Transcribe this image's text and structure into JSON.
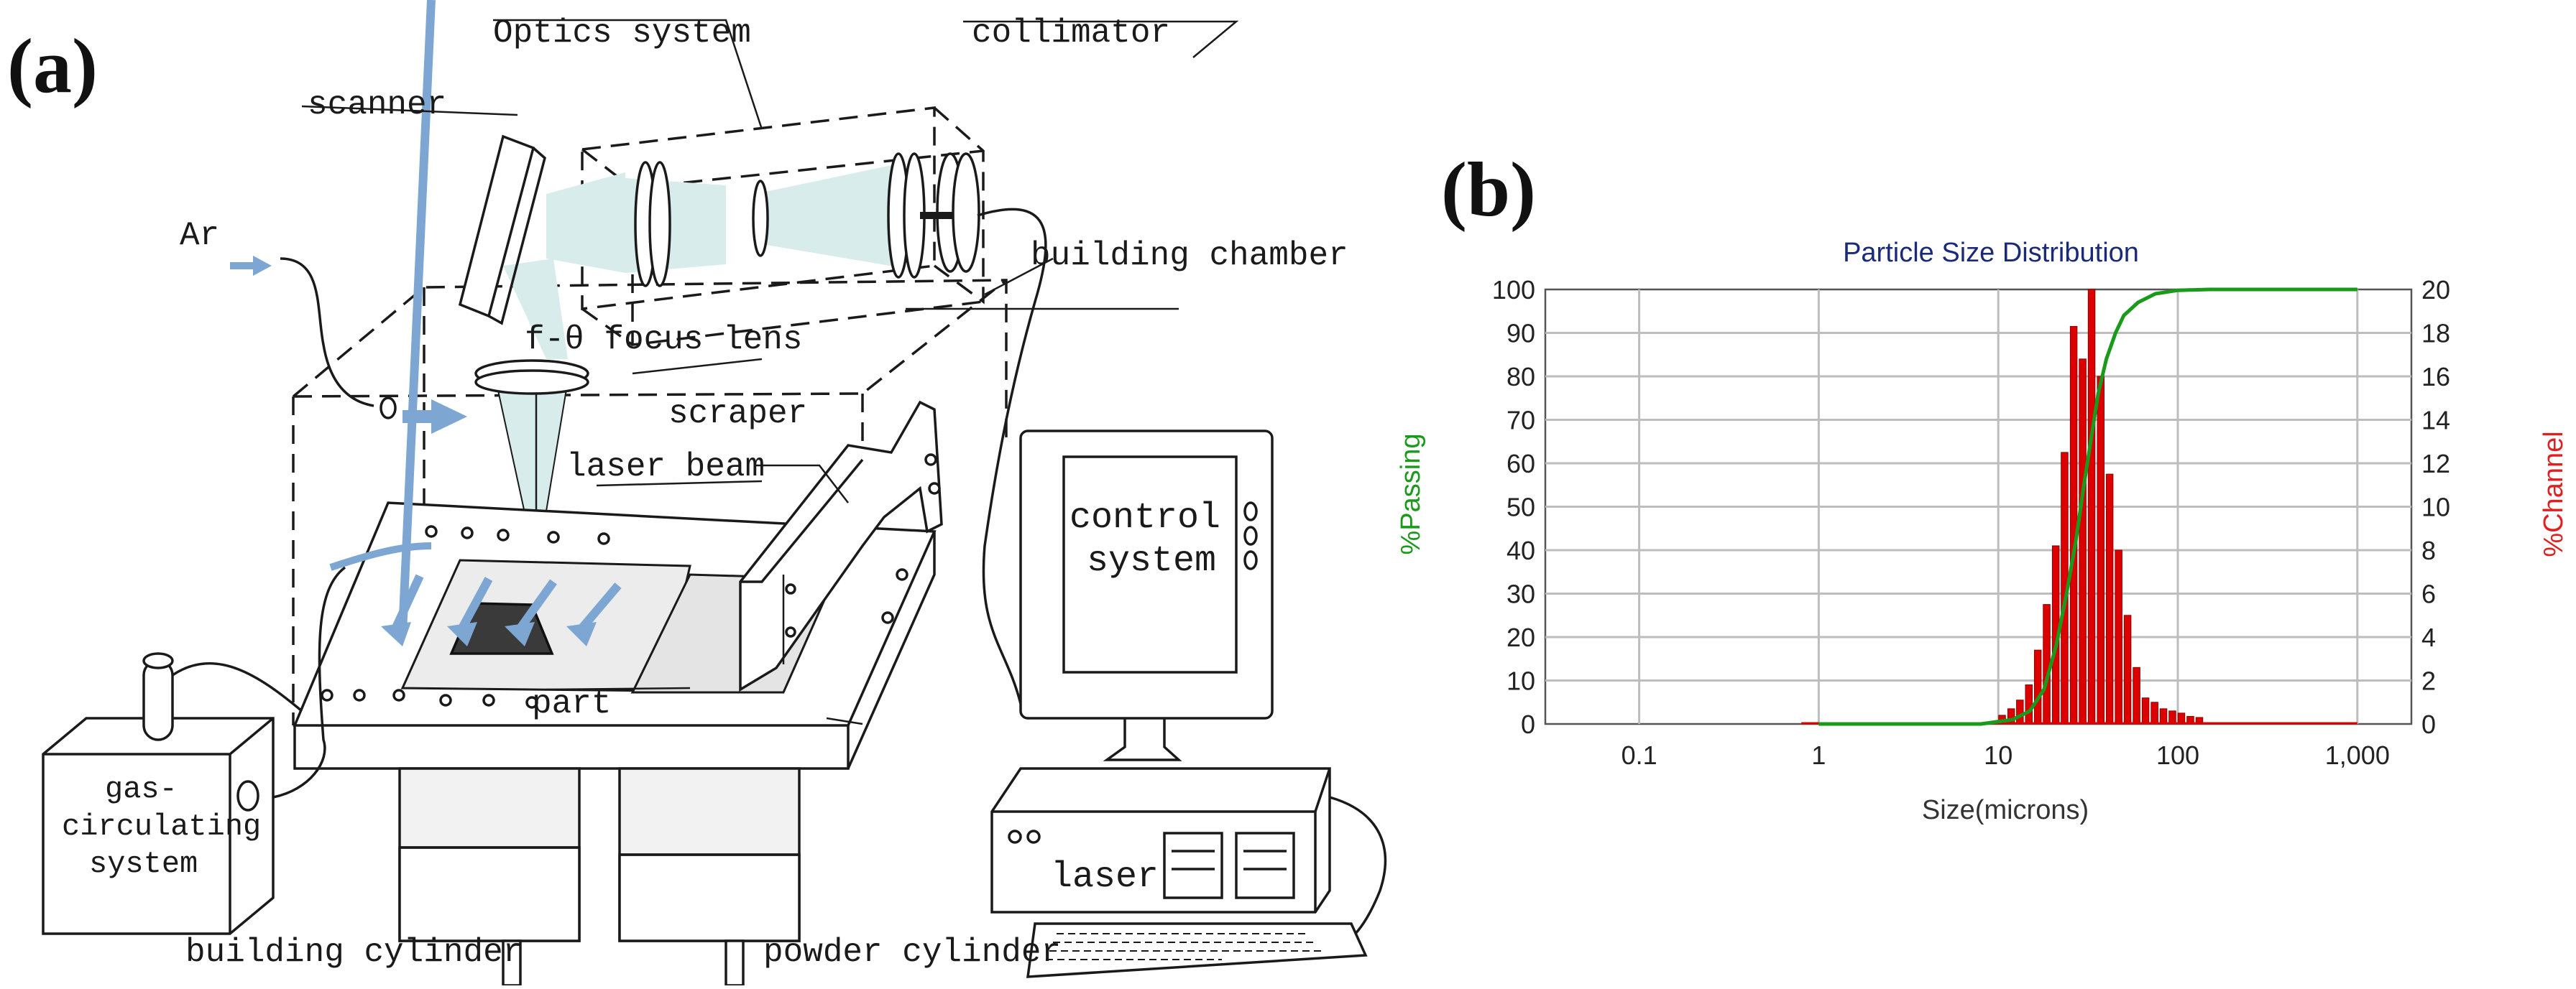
{
  "panel_a": {
    "tag": "(a)",
    "labels": {
      "optics_system": "Optics system",
      "collimator": "collimator",
      "scanner": "scanner",
      "ar": "Ar",
      "building_chamber": "building chamber",
      "focus_lens": "f-θ focus lens",
      "scraper": "scraper",
      "laser_beam": "laser beam",
      "control_line1": "control",
      "control_line2": "system",
      "part": "part",
      "gas_line1": "gas-",
      "gas_line2": "circulating",
      "gas_line3": "system",
      "laser": "laser",
      "building_cylinder": "building cylinder",
      "powder_cylinder": "powder cylinder"
    },
    "colors": {
      "line": "#1a1a1a",
      "beam": "#d9ecec",
      "arrow": "#7ea6d2",
      "part": "#3a3a3a"
    }
  },
  "panel_b": {
    "tag": "(b)",
    "chart_data": {
      "type": "bar",
      "title": "Particle Size Distribution",
      "xlabel": "Size(microns)",
      "ylabel_left": "%Passing",
      "ylabel_right": "%Channel",
      "x_scale": "log",
      "xlim": [
        0.03,
        2000
      ],
      "x_ticks": [
        0.1,
        1,
        10,
        100,
        1000
      ],
      "x_tick_labels": [
        "0.1",
        "1",
        "10",
        "100",
        "1,000"
      ],
      "ylim_left": [
        0,
        100
      ],
      "ylim_right": [
        0,
        20
      ],
      "y_ticks_left": [
        "0",
        "10",
        "20",
        "30",
        "40",
        "50",
        "60",
        "70",
        "80",
        "90",
        "100"
      ],
      "y_ticks_right": [
        "0",
        "2",
        "4",
        "6",
        "8",
        "10",
        "12",
        "14",
        "16",
        "18",
        "20"
      ],
      "grid": true,
      "series": [
        {
          "name": "%Channel",
          "axis": "right",
          "color": "#dd0000",
          "bins": [
            {
              "x": 10.5,
              "y": 0.4
            },
            {
              "x": 11.8,
              "y": 0.7
            },
            {
              "x": 13.2,
              "y": 1.1
            },
            {
              "x": 14.8,
              "y": 1.8
            },
            {
              "x": 16.6,
              "y": 3.4
            },
            {
              "x": 18.6,
              "y": 5.5
            },
            {
              "x": 20.9,
              "y": 8.2
            },
            {
              "x": 23.4,
              "y": 12.5
            },
            {
              "x": 26.3,
              "y": 18.3
            },
            {
              "x": 29.5,
              "y": 16.8
            },
            {
              "x": 33.1,
              "y": 20.0
            },
            {
              "x": 37.2,
              "y": 16.0
            },
            {
              "x": 41.7,
              "y": 11.5
            },
            {
              "x": 46.8,
              "y": 8.0
            },
            {
              "x": 52.5,
              "y": 5.0
            },
            {
              "x": 58.9,
              "y": 2.6
            },
            {
              "x": 66.1,
              "y": 1.2
            },
            {
              "x": 74.2,
              "y": 1.0
            },
            {
              "x": 83.2,
              "y": 0.7
            },
            {
              "x": 93.3,
              "y": 0.6
            },
            {
              "x": 104.7,
              "y": 0.5
            },
            {
              "x": 117.5,
              "y": 0.35
            },
            {
              "x": 131.8,
              "y": 0.3
            }
          ]
        },
        {
          "name": "%Passing",
          "axis": "left",
          "color": "#1a9a1a",
          "points": [
            {
              "x": 1,
              "y": 0
            },
            {
              "x": 8,
              "y": 0
            },
            {
              "x": 12,
              "y": 1
            },
            {
              "x": 15,
              "y": 3
            },
            {
              "x": 18,
              "y": 8
            },
            {
              "x": 21,
              "y": 18
            },
            {
              "x": 24,
              "y": 30
            },
            {
              "x": 27,
              "y": 42
            },
            {
              "x": 30,
              "y": 55
            },
            {
              "x": 33,
              "y": 66
            },
            {
              "x": 36,
              "y": 76
            },
            {
              "x": 40,
              "y": 84
            },
            {
              "x": 45,
              "y": 90
            },
            {
              "x": 50,
              "y": 94
            },
            {
              "x": 60,
              "y": 97
            },
            {
              "x": 75,
              "y": 99
            },
            {
              "x": 100,
              "y": 99.8
            },
            {
              "x": 150,
              "y": 100
            },
            {
              "x": 1000,
              "y": 100
            }
          ]
        }
      ]
    }
  }
}
